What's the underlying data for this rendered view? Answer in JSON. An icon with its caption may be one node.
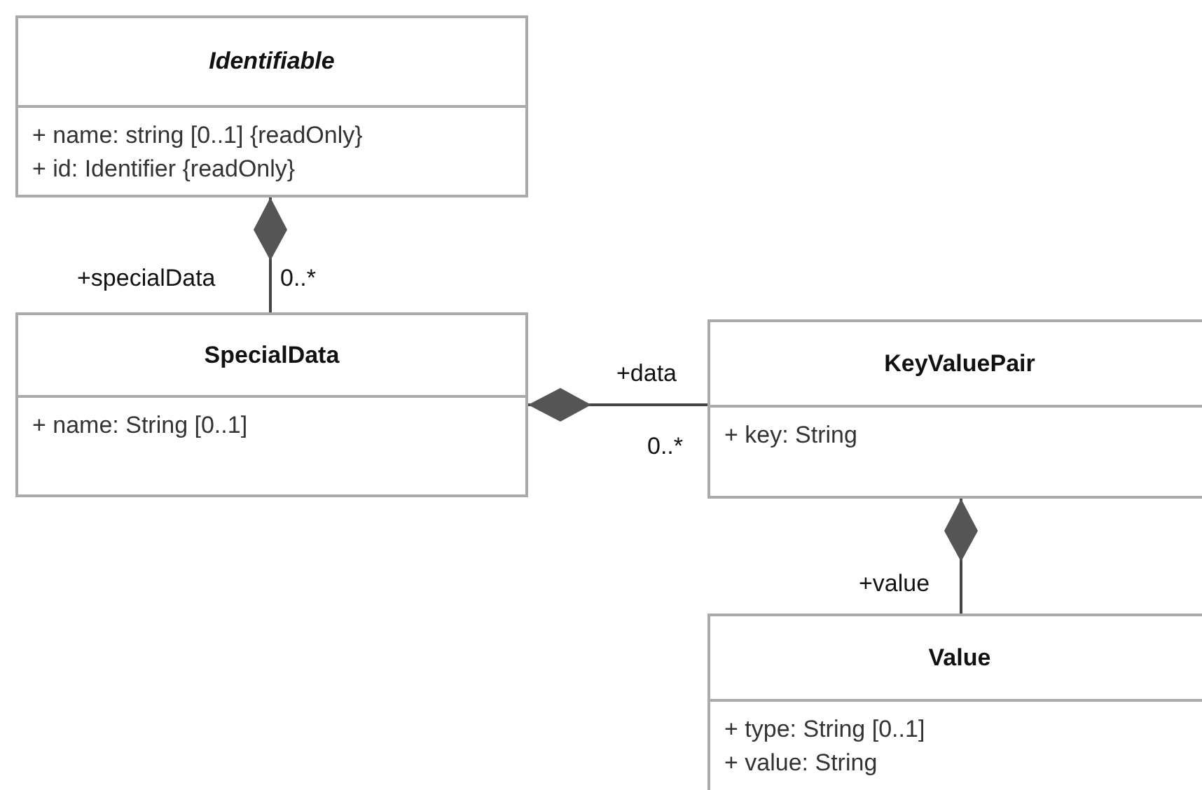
{
  "diagram": {
    "nodes": [
      {
        "text": [
          "Identifiable",
          "+ name: string [0..1] {readOnly}",
          "+ id: Identifier {readOnly}"
        ]
      },
      {
        "text": [
          "SpecialData",
          "+ name: String [0..1]"
        ]
      },
      {
        "text": [
          "KeyValuePair",
          "+ key: String"
        ]
      },
      {
        "text": [
          "Value",
          "+ type: String [0..1]",
          "+ value: String"
        ]
      }
    ],
    "edges": [
      {
        "from": 1,
        "to": 0,
        "arrow": "other"
      },
      {
        "from": 2,
        "to": 1,
        "arrow": "other"
      },
      {
        "from": 3,
        "to": 2,
        "arrow": "other"
      }
    ],
    "labels": [
      "+specialData",
      "0..*",
      "+data",
      "0..*",
      "+value"
    ]
  }
}
